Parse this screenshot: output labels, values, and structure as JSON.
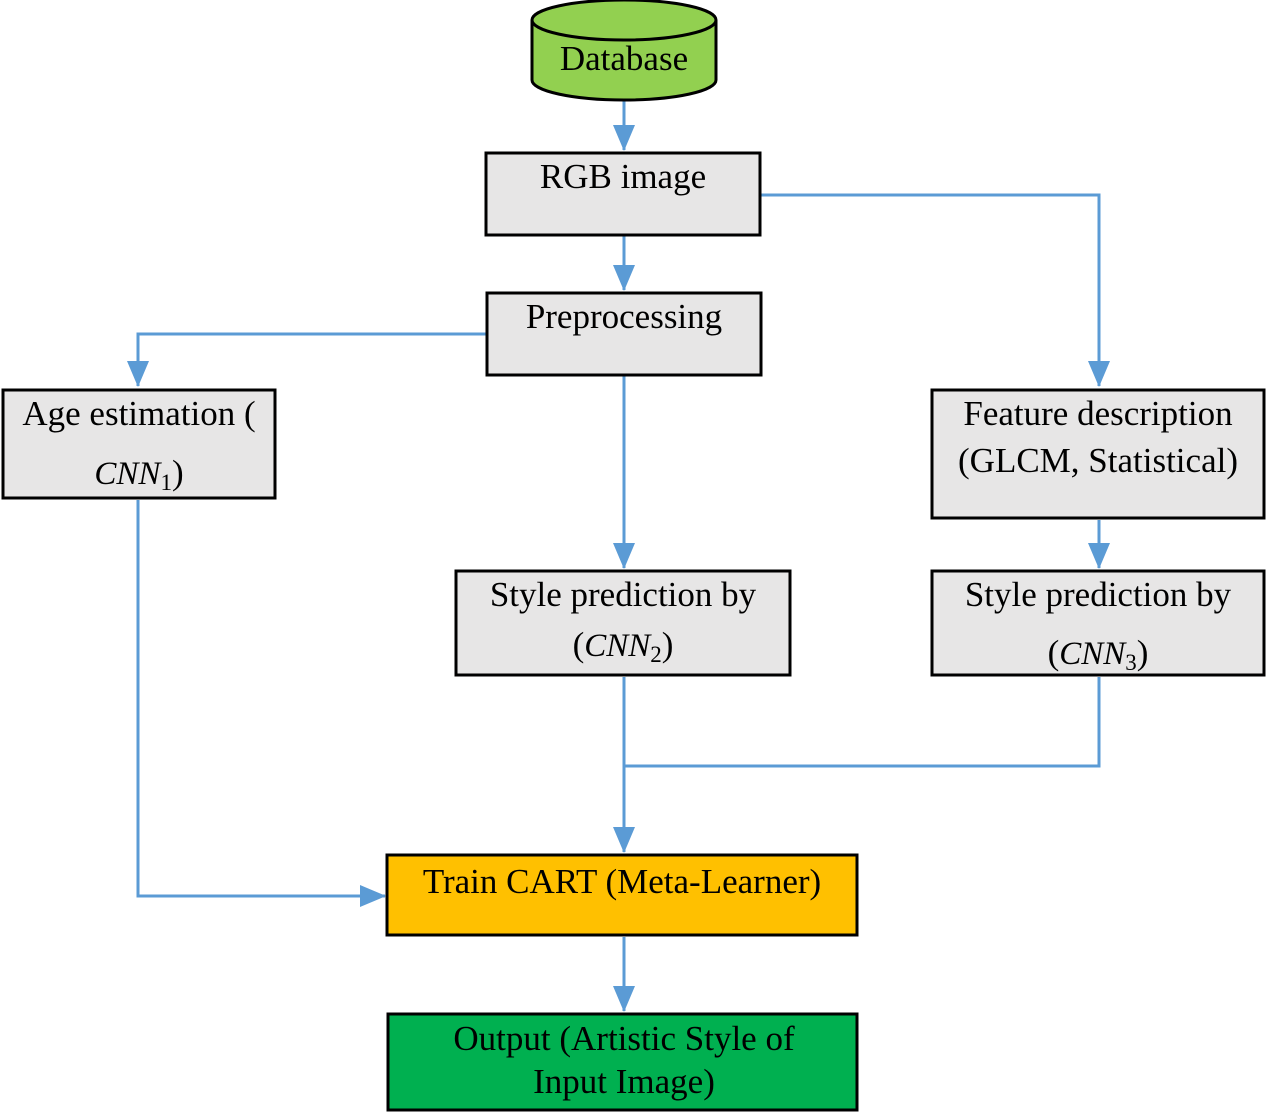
{
  "colors": {
    "connector": "#5b9bd5",
    "database_fill": "#92d050",
    "process_fill": "#e7e6e6",
    "meta_learner_fill": "#ffc000",
    "output_fill": "#00b050"
  },
  "nodes": {
    "database": {
      "label": "Database"
    },
    "rgb_image": {
      "label": "RGB image"
    },
    "preprocessing": {
      "label": "Preprocessing"
    },
    "age_estimation": {
      "line1": "Age estimation (",
      "cnn": "CNN",
      "cnn_sub": "1",
      "close": ")"
    },
    "feature_description": {
      "line1": "Feature description",
      "line2": "(GLCM, Statistical)"
    },
    "style_cnn2": {
      "line1": "Style prediction by",
      "open": "(",
      "cnn": "CNN",
      "cnn_sub": "2",
      "close": ")"
    },
    "style_cnn3": {
      "line1": "Style prediction by",
      "open": "(",
      "cnn": "CNN",
      "cnn_sub": "3",
      "close": ")"
    },
    "train_cart": {
      "label": "Train CART (Meta-Learner)"
    },
    "output": {
      "line1": "Output (Artistic Style of",
      "line2": "Input Image)"
    }
  }
}
